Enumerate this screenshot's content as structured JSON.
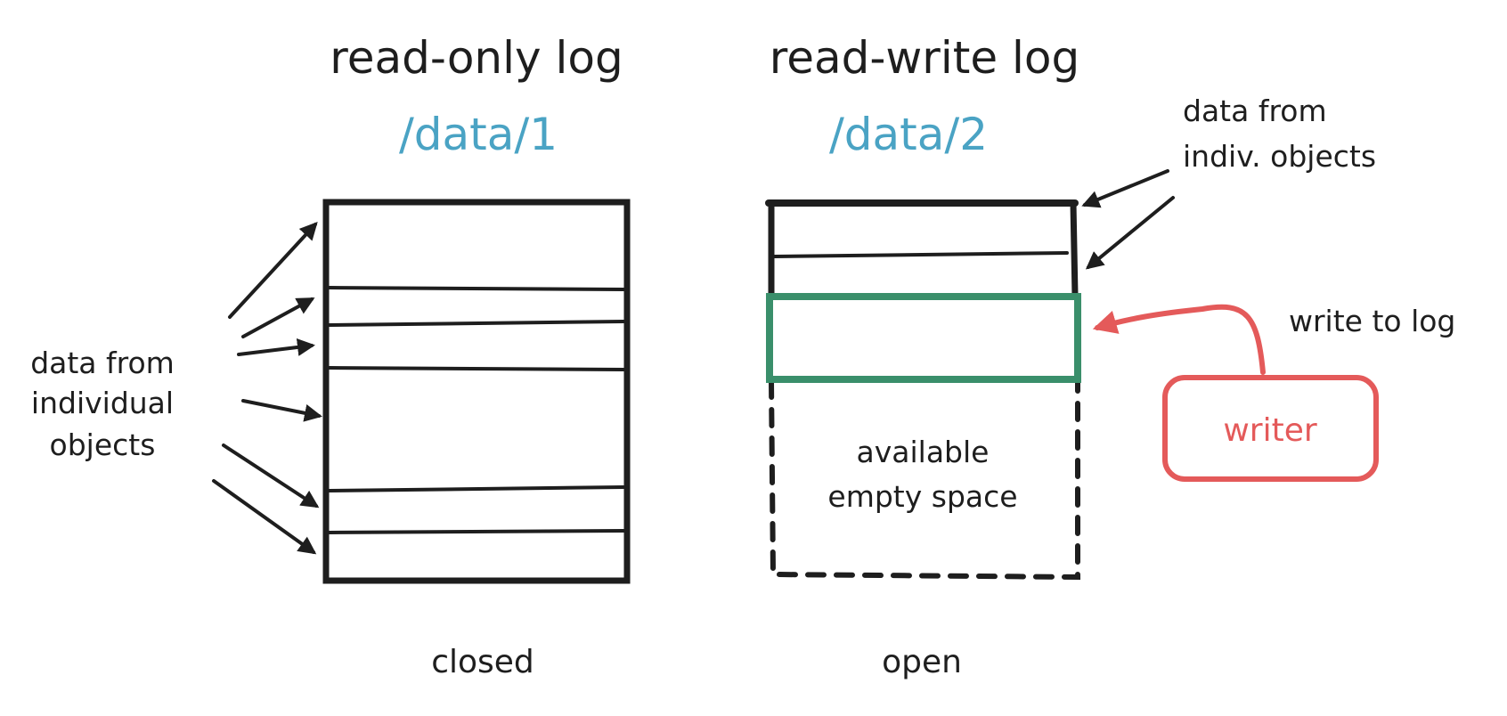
{
  "colors": {
    "ink": "#1e1e1e",
    "path": "#4aa3c4",
    "active_block": "#3a8f6b",
    "writer": "#e45a5a"
  },
  "left_log": {
    "title": "read-only log",
    "path": "/data/1",
    "state": "closed"
  },
  "right_log": {
    "title": "read-write log",
    "path": "/data/2",
    "state": "open",
    "empty_space": [
      "available",
      "empty space"
    ]
  },
  "left_note": [
    "data from",
    "individual",
    "objects"
  ],
  "right_note": [
    "data from",
    "indiv. objects"
  ],
  "writer": {
    "label": "writer",
    "action": "write to log"
  }
}
